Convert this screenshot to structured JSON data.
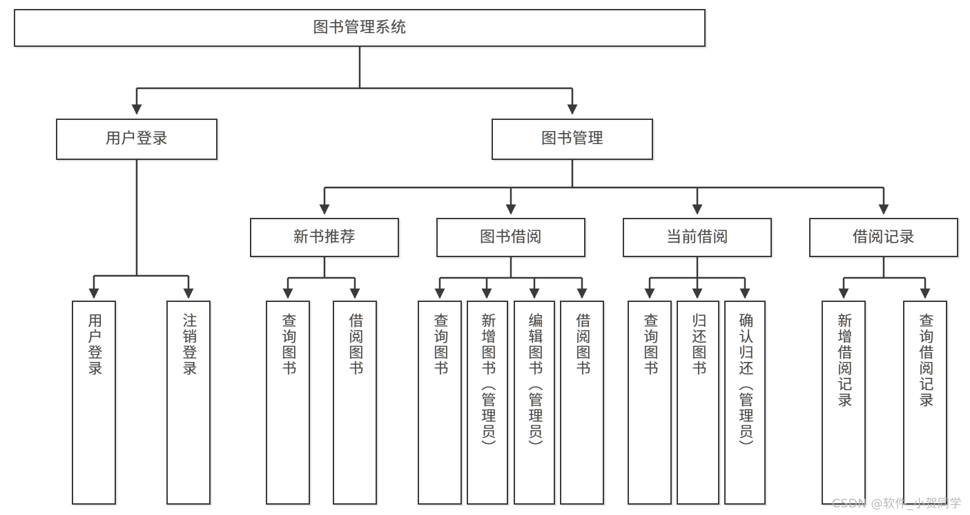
{
  "diagram": {
    "title": "图书管理系统",
    "type": "tree-hierarchy-chart",
    "root": {
      "label": "图书管理系统"
    },
    "level2": [
      {
        "label": "用户登录"
      },
      {
        "label": "图书管理"
      }
    ],
    "level3": [
      {
        "label": "新书推荐"
      },
      {
        "label": "图书借阅"
      },
      {
        "label": "当前借阅"
      },
      {
        "label": "借阅记录"
      }
    ],
    "leaves": {
      "user_login": [
        {
          "label": "用户登录"
        },
        {
          "label": "注销登录"
        }
      ],
      "new_book_recommend": [
        {
          "label": "查询图书"
        },
        {
          "label": "借阅图书"
        }
      ],
      "book_borrow": [
        {
          "label": "查询图书"
        },
        {
          "label": "新增图书（管理员）"
        },
        {
          "label": "编辑图书（管理员）"
        },
        {
          "label": "借阅图书"
        }
      ],
      "current_borrow": [
        {
          "label": "查询图书"
        },
        {
          "label": "归还图书"
        },
        {
          "label": "确认归还（管理员）"
        }
      ],
      "borrow_record": [
        {
          "label": "新增借阅记录"
        },
        {
          "label": "查询借阅记录"
        }
      ]
    }
  },
  "watermark": {
    "text": "CSDN @软件_小贺同学"
  },
  "colors": {
    "box_border": "#3a3a3a",
    "text": "#4a4a4a",
    "background": "#ffffff",
    "watermark": "#b9b9b9"
  }
}
